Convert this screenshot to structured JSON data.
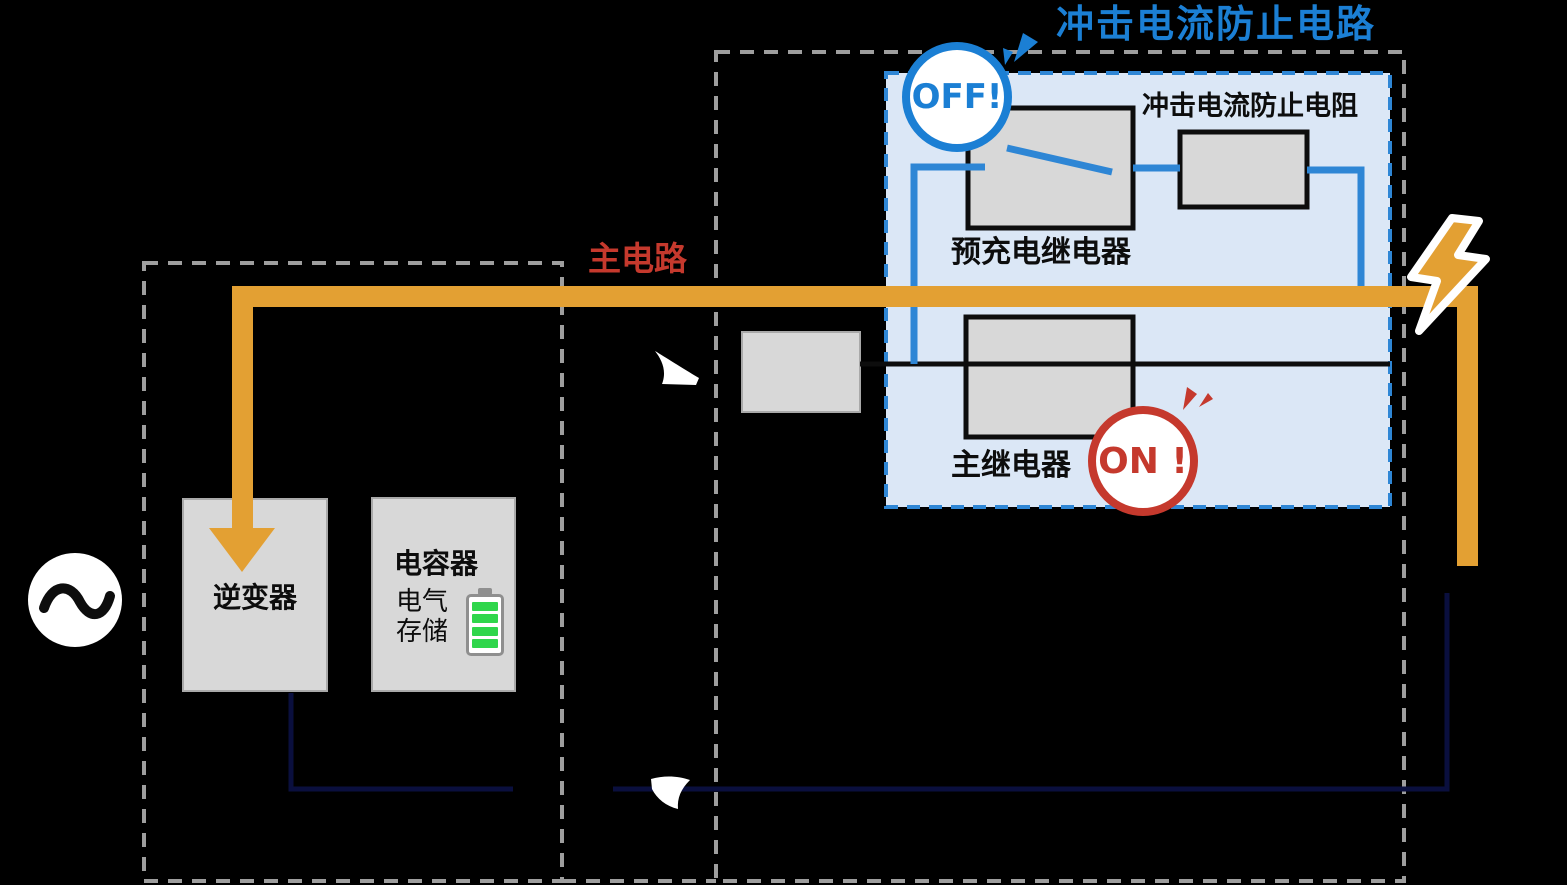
{
  "colors": {
    "background": "#000000",
    "accent_blue": "#1b7fd4",
    "wire_blue": "#2e86d5",
    "panel_blue": "#dbe7f6",
    "accent_red": "#c5392d",
    "orange": "#e3a033",
    "navy": "#0a0f3e",
    "box_gray": "#d8d8d8",
    "box_border_gray": "#a9a9a9",
    "line_black": "#0d0d0d",
    "dash_gray": "#9e9e9e",
    "battery_green": "#2fd64b",
    "white": "#ffffff"
  },
  "title": {
    "text": "冲击电流防止电路"
  },
  "main_circuit": {
    "label": "主电路"
  },
  "panel": {
    "resistor_label": "冲击电流防止电阻",
    "precharge_relay_label": "预充电继电器",
    "main_relay_label": "主继电器",
    "off_badge": "OFF!",
    "on_badge": "ON !"
  },
  "components": {
    "inverter": "逆变器",
    "capacitor_title": "电容器",
    "capacitor_storage_line1": "电气",
    "capacitor_storage_line2": "存储"
  },
  "icons": {
    "ac_source": "ac-source-icon",
    "lightning": "lightning-icon",
    "battery": "battery-gauge-icon",
    "open_switch": "open-switch-blade-icon"
  }
}
